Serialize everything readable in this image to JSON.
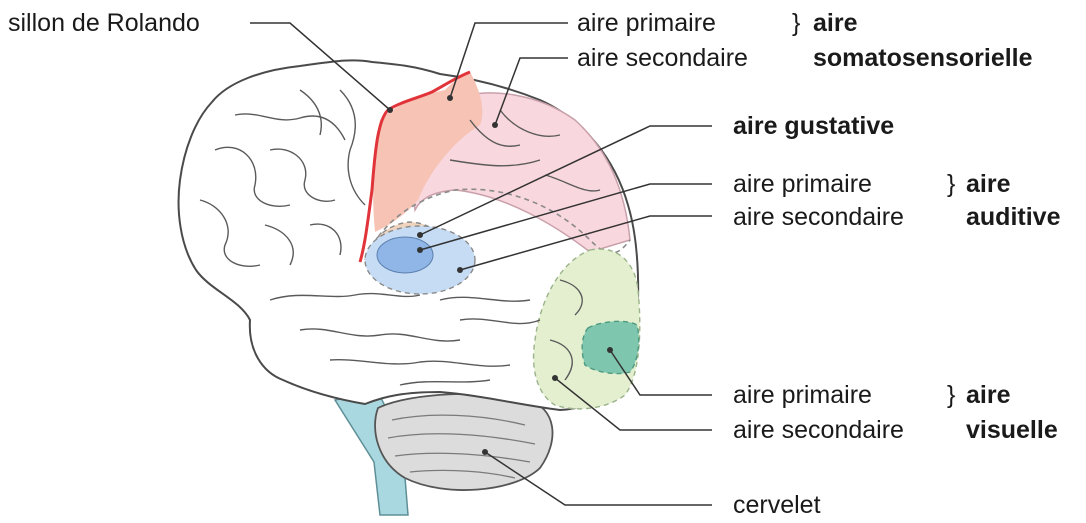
{
  "labels": {
    "rolando": "sillon de Rolando",
    "somato_primary": "aire primaire",
    "somato_secondary": "aire secondaire",
    "somato_group_1": "aire",
    "somato_group_2": "somatosensorielle",
    "gustative": "aire gustative",
    "audit_primary": "aire primaire",
    "audit_secondary": "aire secondaire",
    "audit_group_1": "aire",
    "audit_group_2": "auditive",
    "visual_primary": "aire primaire",
    "visual_secondary": "aire secondaire",
    "visual_group_1": "aire",
    "visual_group_2": "visuelle",
    "cervelet": "cervelet"
  },
  "colors": {
    "outline": "#4a4a4a",
    "rolando_line": "#e0343a",
    "somato_primary_fill": "#f6c3b4",
    "somato_secondary_fill": "#f9d7de",
    "gustative_fill": "#efd3bd",
    "auditory_primary_fill": "#8fb6e6",
    "auditory_secondary_fill": "#c6dcf4",
    "visual_primary_fill": "#7fc6ae",
    "visual_secondary_fill": "#e3efcf",
    "cerebellum_fill": "#dcdcdc",
    "brainstem_fill": "#a9d8e0"
  }
}
